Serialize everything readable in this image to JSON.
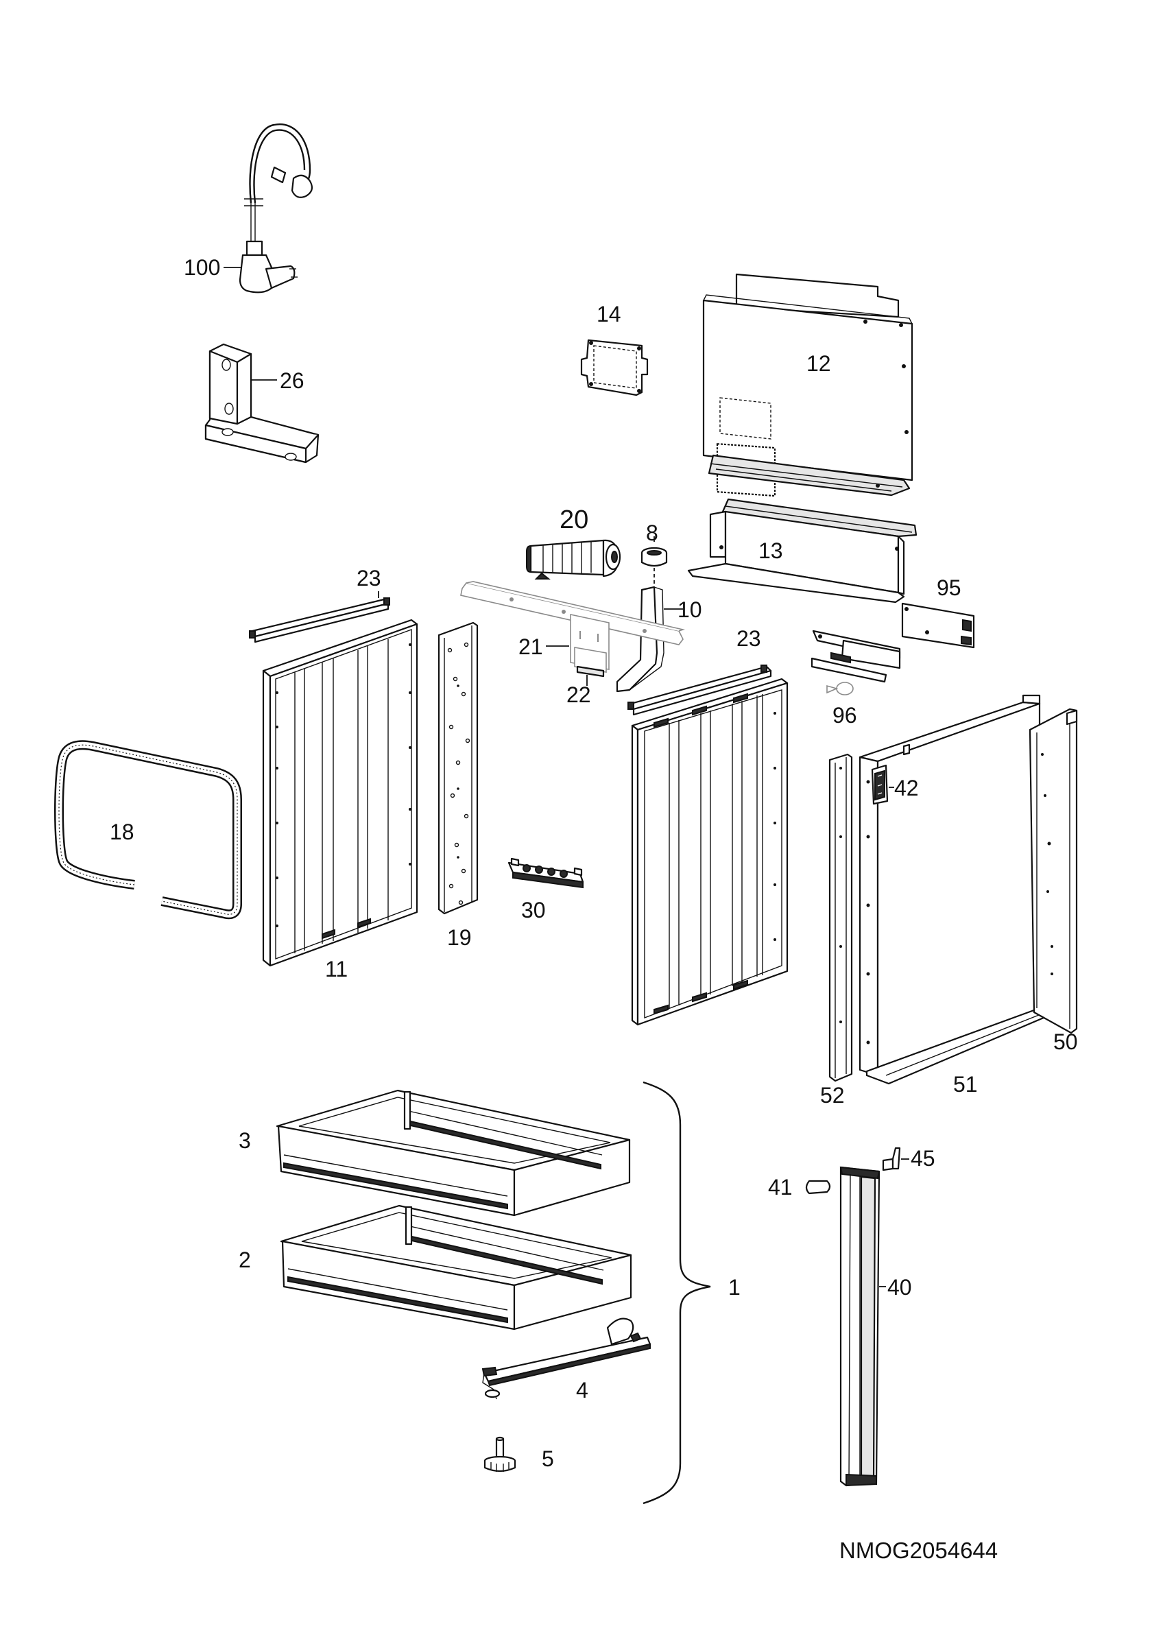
{
  "drawing_code": "NMOG2054644",
  "labels": {
    "p100": "100",
    "p26": "26",
    "p14": "14",
    "p12": "12",
    "p20": "20",
    "p8": "8",
    "p13": "13",
    "p10": "10",
    "p95": "95",
    "p23a": "23",
    "p23b": "23",
    "p21": "21",
    "p22": "22",
    "p96": "96",
    "p42": "42",
    "p18": "18",
    "p30": "30",
    "p19": "19",
    "p11": "11",
    "p50": "50",
    "p51": "51",
    "p52": "52",
    "p3": "3",
    "p2": "2",
    "p1": "1",
    "p45": "45",
    "p41": "41",
    "p40": "40",
    "p4": "4",
    "p5": "5"
  }
}
